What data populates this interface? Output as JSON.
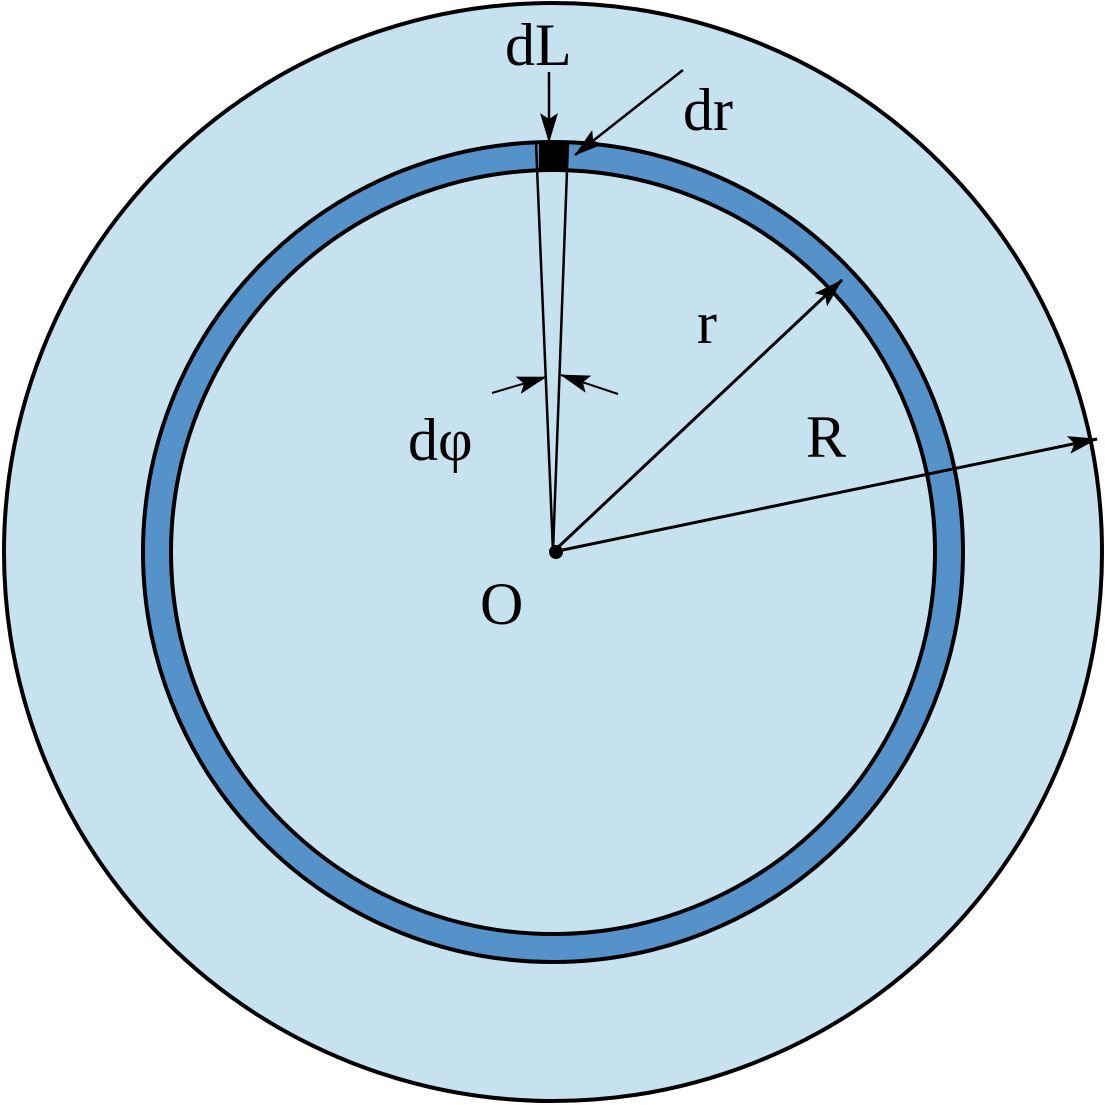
{
  "labels": {
    "dL": "dL",
    "dr": "dr",
    "r": "r",
    "R": "R",
    "dphi": "dφ",
    "O": "O"
  },
  "colors": {
    "disk_fill": "#c5e2ee",
    "ring_fill": "#5592c9",
    "element_fill": "#000000",
    "stroke": "#000000",
    "background": "#ffffff"
  }
}
